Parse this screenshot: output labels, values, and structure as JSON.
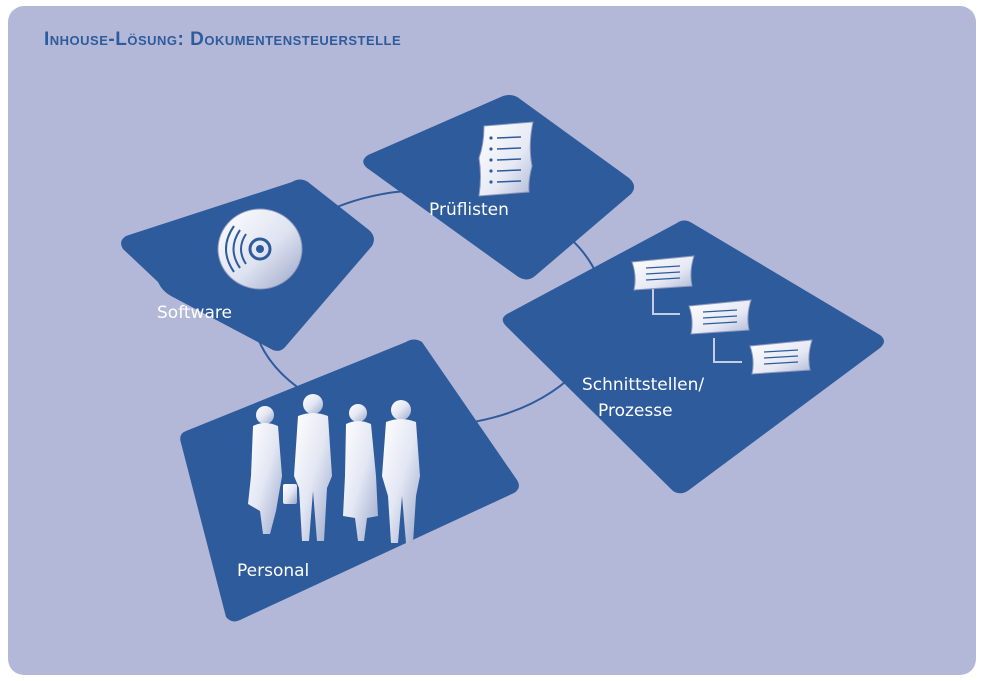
{
  "colors": {
    "panel": "#b3b8d8",
    "tile": "#2e5b9c",
    "title": "#2e5b9c",
    "label": "#ffffff",
    "icon_light": "#eef0f8",
    "icon_shade": "#a6b1d0"
  },
  "header": {
    "title": "Inhouse-Lösung: Dokumentensteuerstelle"
  },
  "diagram": {
    "nodes": [
      {
        "id": "pruflisten",
        "label": "Prüflisten",
        "icon": "document-list-icon"
      },
      {
        "id": "software",
        "label": "Software",
        "icon": "cd-disc-icon"
      },
      {
        "id": "schnittstellen",
        "label_lines": [
          "Schnittstellen/",
          "Prozesse"
        ],
        "icon": "process-flow-icon"
      },
      {
        "id": "personal",
        "label": "Personal",
        "icon": "people-silhouettes-icon"
      }
    ],
    "connection": "ring"
  }
}
